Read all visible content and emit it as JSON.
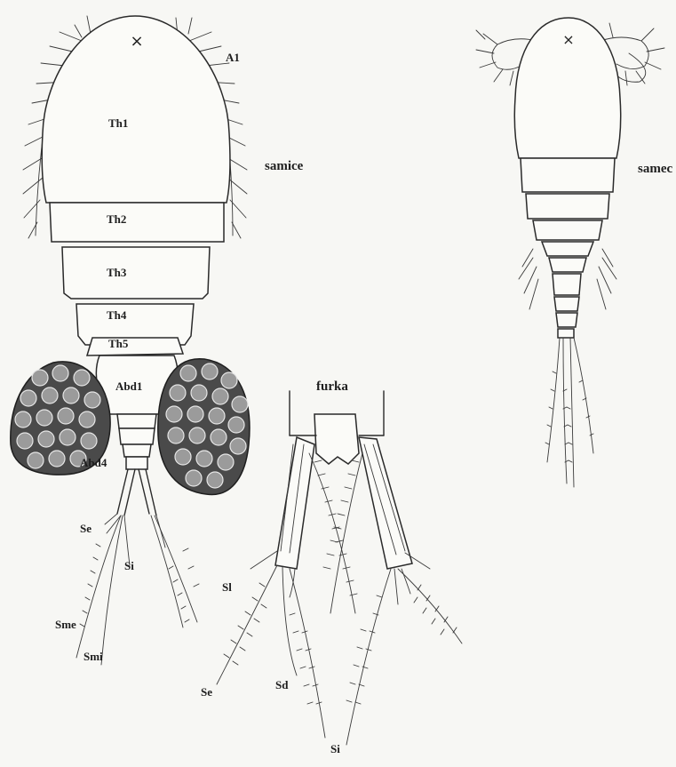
{
  "labels": {
    "female_caption": "samice",
    "male_caption": "samec",
    "furca_caption": "furka",
    "antenna": "A1",
    "thorax": [
      "Th1",
      "Th2",
      "Th3",
      "Th4",
      "Th5"
    ],
    "abdomen_first": "Abd1",
    "abdomen_fourth": "Abd4",
    "setae_female": {
      "se": "Se",
      "si": "Si",
      "sme": "Sme",
      "smi": "Smi"
    },
    "setae_furca": {
      "sl": "Sl",
      "se": "Se",
      "sd": "Sd",
      "si": "Si"
    }
  },
  "marks": {
    "cross": "×"
  },
  "colors": {
    "ink": "#2a2a2a",
    "egg_sac": "#4a4a4a",
    "paper": "#f7f7f4"
  }
}
